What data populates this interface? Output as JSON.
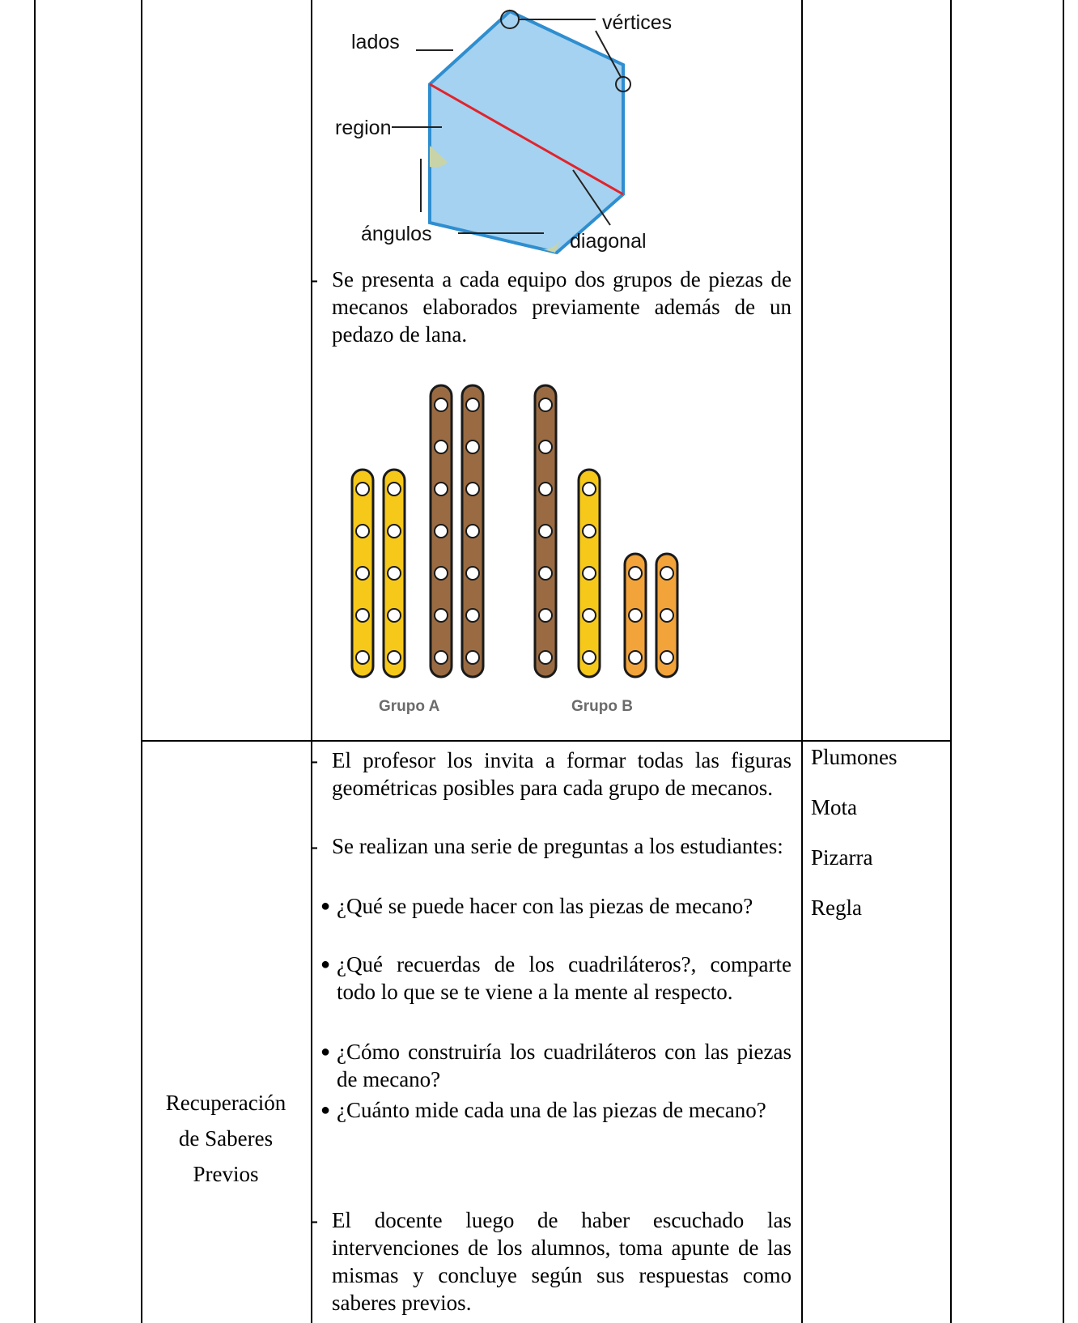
{
  "diagram": {
    "labels": {
      "sides": "lados",
      "vertices": "vértices",
      "region": "region",
      "angles": "ángulos",
      "diagonal": "diagonal"
    },
    "colors": {
      "fill": "#a5d2f0",
      "stroke": "#2e8ed0",
      "diagonal": "#e0242c",
      "angle": "#c8d4a8"
    }
  },
  "intro_item": "Se presenta a cada equipo dos grupos de piezas de mecanos elaborados previamente además de un pedazo de lana.",
  "mecano": {
    "group_a": "Grupo A",
    "group_b": "Grupo B",
    "colors": {
      "yellow": "#f6c81a",
      "brown": "#9a6b42",
      "orange": "#f2a33a"
    },
    "pieces": [
      {
        "group": "A",
        "color": "yellow",
        "holes": 5
      },
      {
        "group": "A",
        "color": "yellow",
        "holes": 5
      },
      {
        "group": "A",
        "color": "brown",
        "holes": 7
      },
      {
        "group": "A",
        "color": "brown",
        "holes": 7
      },
      {
        "group": "B",
        "color": "brown",
        "holes": 7
      },
      {
        "group": "B",
        "color": "yellow",
        "holes": 5
      },
      {
        "group": "B",
        "color": "orange",
        "holes": 3
      },
      {
        "group": "B",
        "color": "orange",
        "holes": 3
      }
    ]
  },
  "row2": {
    "stage_lines": [
      "Recuperación",
      "de Saberes",
      "Previos"
    ],
    "activity": {
      "item1": "El profesor los invita a formar todas las figuras geométricas posibles para cada grupo de mecanos.",
      "item2": "Se realizan una serie de preguntas a los estudiantes:",
      "questions": [
        "¿Qué se puede hacer con las piezas de mecano?",
        "¿Qué recuerdas de los cuadriláteros?, comparte todo lo que se te viene a la mente al respecto.",
        "¿Cómo construiría los cuadriláteros con las piezas de mecano?",
        "¿Cuánto mide cada una de las piezas de mecano?"
      ],
      "item3": "El docente luego de haber escuchado las intervenciones de los alumnos, toma apunte de las mismas y concluye según sus respuestas como saberes previos."
    },
    "resources": [
      "Plumones",
      "Mota",
      "Pizarra",
      "Regla"
    ]
  }
}
